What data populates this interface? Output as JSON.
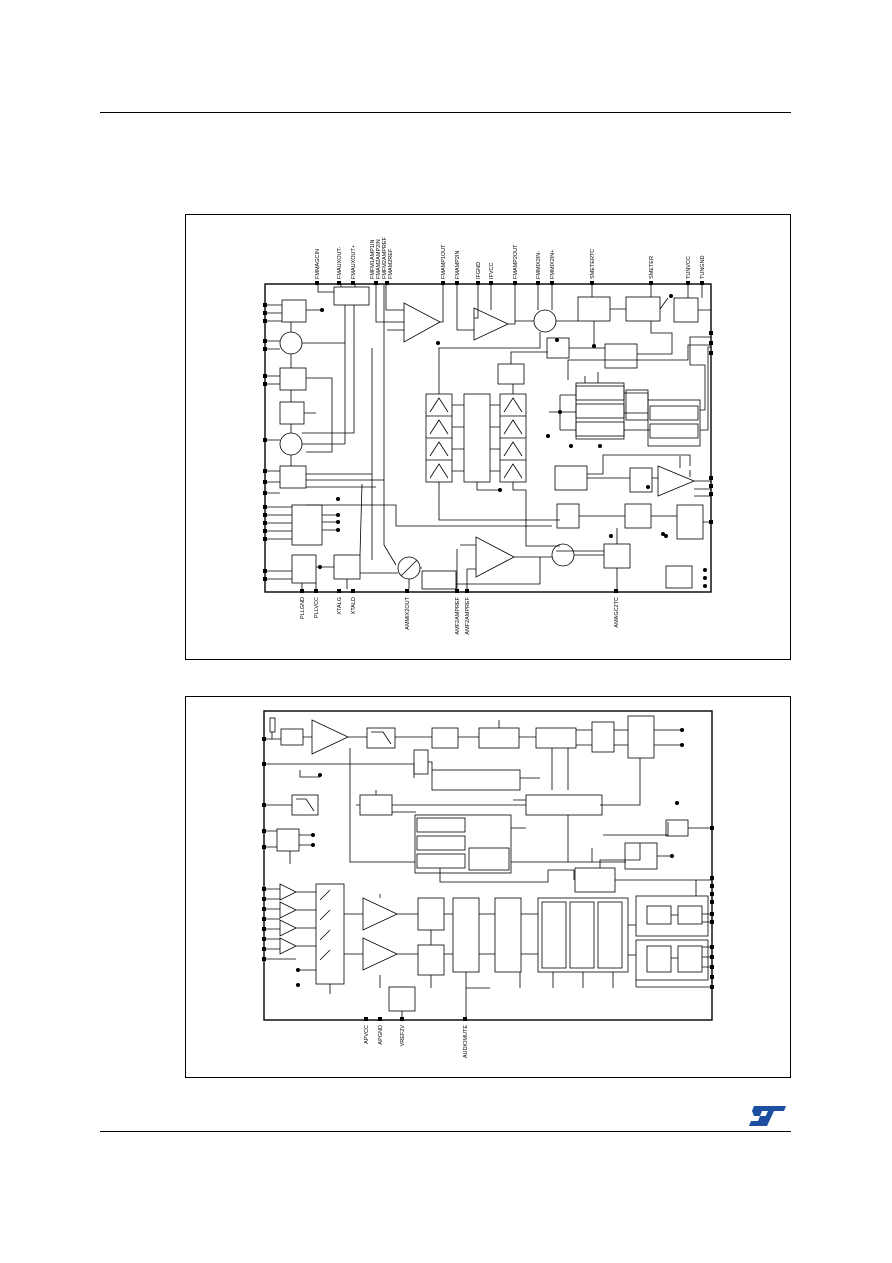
{
  "figure1": {
    "top_pins": [
      "FMMAGCIN",
      "FMAUXOUT-",
      "FMAUXOUT+",
      "FMFM1AMP1IN",
      "FMAM2AMP2IN",
      "FMFM2AMPREF",
      "FMAM2REF",
      "FMAMP1OUT",
      "FMAMP2IN",
      "IFGND",
      "IFVCC",
      "FMAMP2OUT",
      "FMMIX2IN-",
      "FMMIX2IN+",
      "SMETERTC",
      "SMETER",
      "TUNVCC",
      "TUNGND"
    ],
    "bottom_pins": [
      "PLLGND",
      "PLLVCC",
      "XTALG",
      "XTALD",
      "AMMIX2OUT",
      "AMF2AMPREF",
      "AMF2AMPREF",
      "AMAGC2TC"
    ]
  },
  "figure2": {
    "bottom_pins": [
      "APVCC",
      "APGND",
      "VREF2V",
      "AUDIOMUTE"
    ]
  },
  "colors": {
    "ink": "#000000",
    "logo": "#1d4fa0"
  },
  "icons": {
    "logo": "st-logo-icon"
  }
}
